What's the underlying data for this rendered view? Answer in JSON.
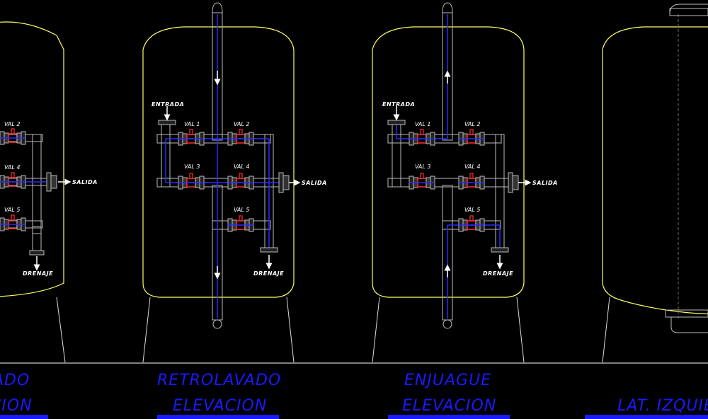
{
  "labels": {
    "val1": "VAL 1",
    "val2": "VAL 2",
    "val3": "VAL 3",
    "val4": "VAL 4",
    "val5": "VAL 5",
    "entrada": "ENTRADA",
    "salida": "SALIDA",
    "drenaje": "DRENAJE"
  },
  "titles": {
    "panel1_line1": "ADO",
    "panel1_line2": "ACION",
    "panel2_line1": "RETROLAVADO",
    "panel2_line2": "ELEVACION",
    "panel3_line1": "ENJUAGUE",
    "panel3_line2": "ELEVACION",
    "panel4_line1": "LAT. IZQUIERDA"
  },
  "colors": {
    "tank": "#ffff66",
    "pipe": "#aaaaaa",
    "flow": "#2a2aff",
    "valve": "#ff2a2a",
    "title": "#1a1aff"
  }
}
